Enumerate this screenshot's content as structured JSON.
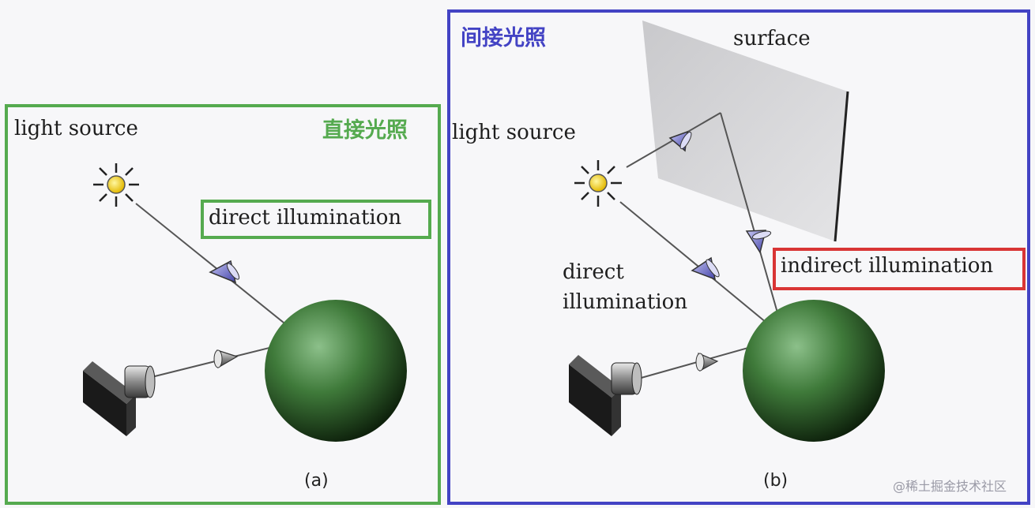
{
  "panel_a": {
    "title": "直接光照",
    "light_source_label": "light source",
    "direct_illumination_label": "direct illumination",
    "caption": "(a)"
  },
  "panel_b": {
    "title": "间接光照",
    "surface_label": "surface",
    "light_source_label": "light source",
    "direct_illumination_label_1": "direct",
    "direct_illumination_label_2": "illumination",
    "indirect_illumination_label": "indirect illumination",
    "caption": "(b)"
  },
  "watermark": "@稀土掘金技术社区",
  "colors": {
    "panel_a_border": "#55aa4f",
    "panel_b_border": "#4343c4",
    "highlight_box": "#d93535",
    "sphere": "#3f7a3a",
    "sun": "#f0d020"
  }
}
